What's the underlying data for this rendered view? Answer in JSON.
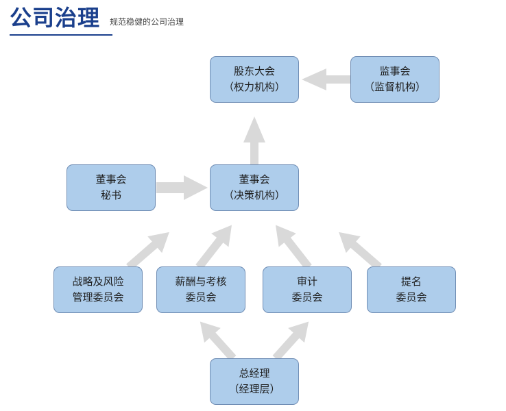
{
  "header": {
    "title": "公司治理",
    "subtitle": "规范稳健的公司治理"
  },
  "colors": {
    "title": "#1a3f8c",
    "node_fill": "#aecdeb",
    "node_border": "#6f8db4",
    "arrow": "#d9d9d9"
  },
  "nodes": {
    "shareholders": {
      "line1": "股东大会",
      "line2": "（权力机构）"
    },
    "supervisors": {
      "line1": "监事会",
      "line2": "（监督机构）"
    },
    "board_secretary": {
      "line1": "董事会",
      "line2": "秘书"
    },
    "board": {
      "line1": "董事会",
      "line2": "（决策机构）"
    },
    "strategy_committee": {
      "line1": "战略及风险",
      "line2": "管理委员会"
    },
    "remuneration_committee": {
      "line1": "薪酬与考核",
      "line2": "委员会"
    },
    "audit_committee": {
      "line1": "审计",
      "line2": "委员会"
    },
    "nomination_committee": {
      "line1": "提名",
      "line2": "委员会"
    },
    "general_manager": {
      "line1": "总经理",
      "line2": "（经理层）"
    }
  }
}
